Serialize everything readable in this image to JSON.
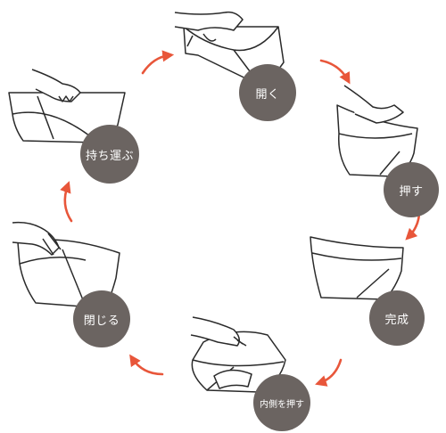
{
  "steps": {
    "open": "開く",
    "press": "押す",
    "complete": "完成",
    "press_inside": "内側を押す",
    "close": "閉じる",
    "carry": "持ち運ぶ"
  },
  "colors": {
    "arrow": "#e8563a",
    "badge": "#6b6461",
    "line": "#2a2a2a"
  },
  "icons": [
    "bag-open-hands",
    "bag-press-hand",
    "bag-complete",
    "bag-press-inside-hands",
    "bag-close-hands",
    "bag-carry-hand"
  ]
}
